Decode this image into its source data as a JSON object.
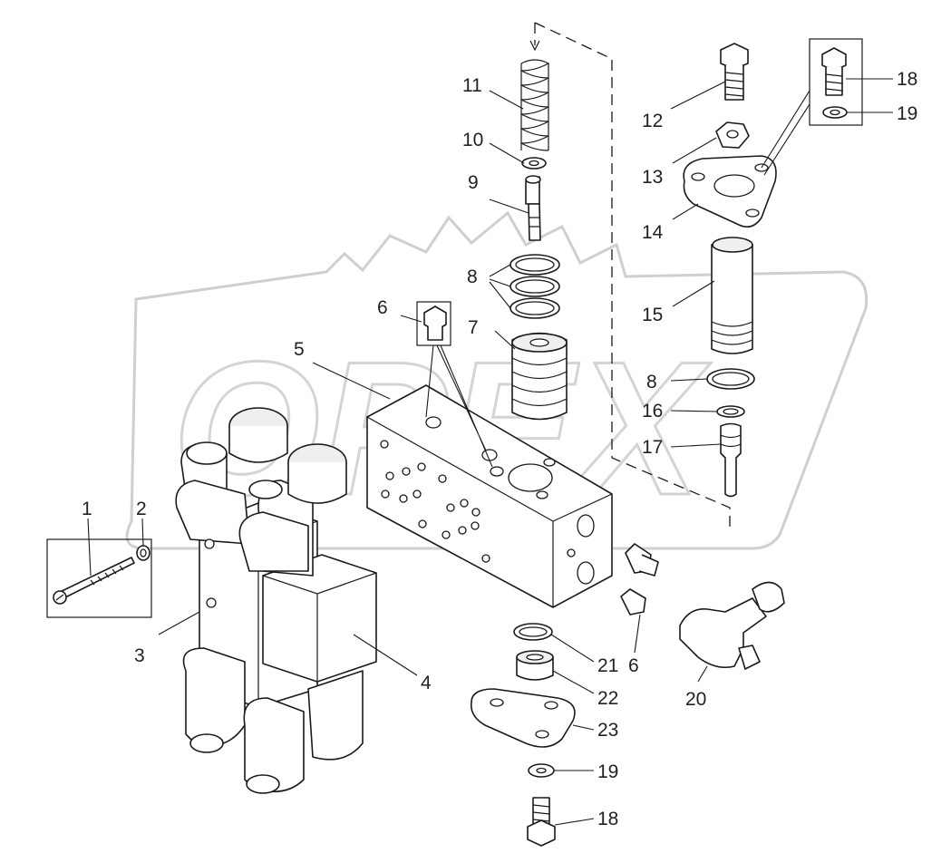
{
  "watermark": "OPEX",
  "callouts": {
    "c1": "1",
    "c2": "2",
    "c3": "3",
    "c4": "4",
    "c5": "5",
    "c6a": "6",
    "c6b": "6",
    "c7": "7",
    "c8a": "8",
    "c8b": "8",
    "c9": "9",
    "c10": "10",
    "c11": "11",
    "c12": "12",
    "c13": "13",
    "c14": "14",
    "c15": "15",
    "c16": "16",
    "c17": "17",
    "c18a": "18",
    "c18b": "18",
    "c19a": "19",
    "c19b": "19",
    "c20": "20",
    "c21": "21",
    "c22": "22",
    "c23": "23"
  }
}
